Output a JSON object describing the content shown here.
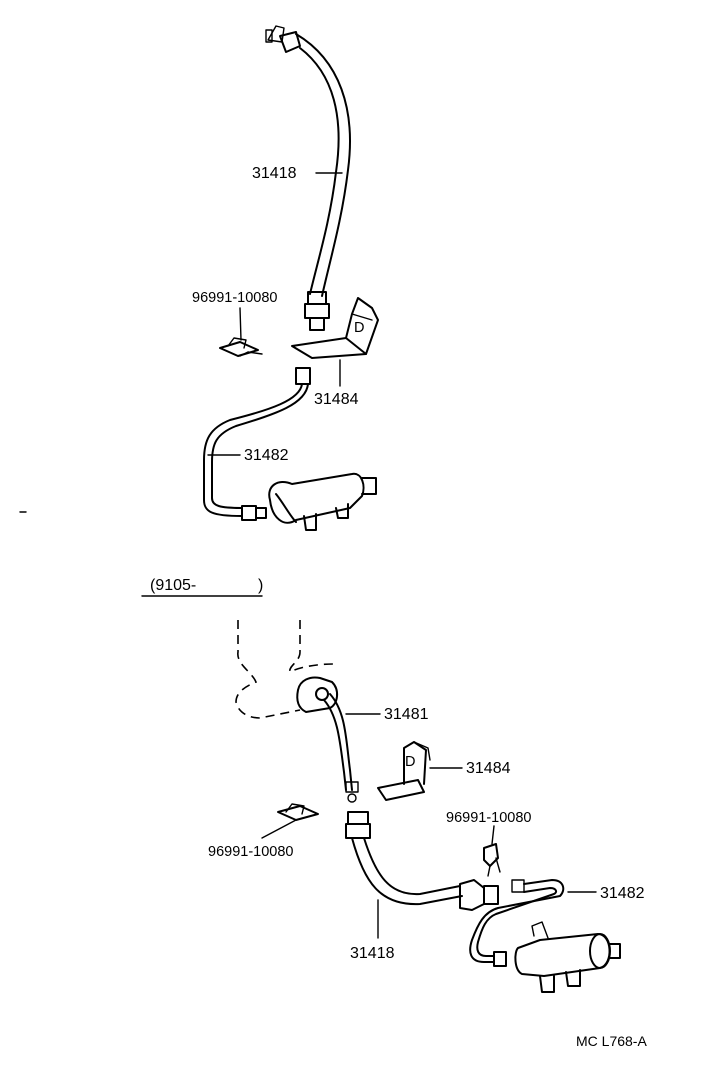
{
  "labels": {
    "top_hose": "31418",
    "top_clip": "96991-10080",
    "top_bracket": "31484",
    "top_tube": "31482",
    "range": "(9105-",
    "range_end": ")",
    "bot_tube_upper": "31481",
    "bot_bracket": "31484",
    "bot_clip_right": "96991-10080",
    "bot_clip_left": "96991-10080",
    "bot_tube": "31482",
    "bot_hose": "31418"
  },
  "diagram_code": "MC L768-A"
}
